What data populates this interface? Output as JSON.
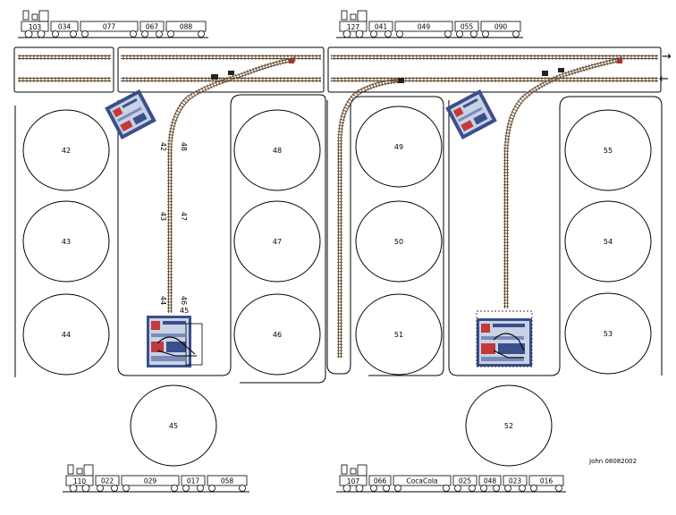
{
  "trains": [
    {
      "cars": [
        "103",
        "034",
        "077",
        "067",
        "088"
      ]
    },
    {
      "cars": [
        "127",
        "041",
        "049",
        "055",
        "090"
      ]
    },
    {
      "cars": [
        "110",
        "022",
        "029",
        "017",
        "058"
      ]
    },
    {
      "cars": [
        "107",
        "066",
        "CocaCola",
        "025",
        "048",
        "023",
        "016"
      ]
    }
  ],
  "tanks": [
    "42",
    "43",
    "44",
    "45",
    "48",
    "47",
    "46",
    "49",
    "50",
    "51",
    "52",
    "55",
    "54",
    "53"
  ],
  "spur_left_labels": [
    "42",
    "43",
    "44",
    "45"
  ],
  "spur_right_labels": [
    "48",
    "47",
    "46"
  ],
  "direction_arrows": [
    "→",
    "←"
  ],
  "signature": "John 08082002",
  "colors": {
    "rail": "#5a4630",
    "tie": "#8a6a48",
    "panel_blue": "#3a4f8c",
    "panel_red": "#c23a3a",
    "outline": "#000000"
  },
  "icons": [
    "locomotive-icon",
    "control-panel-icon",
    "arrow-right-icon",
    "arrow-left-icon"
  ]
}
